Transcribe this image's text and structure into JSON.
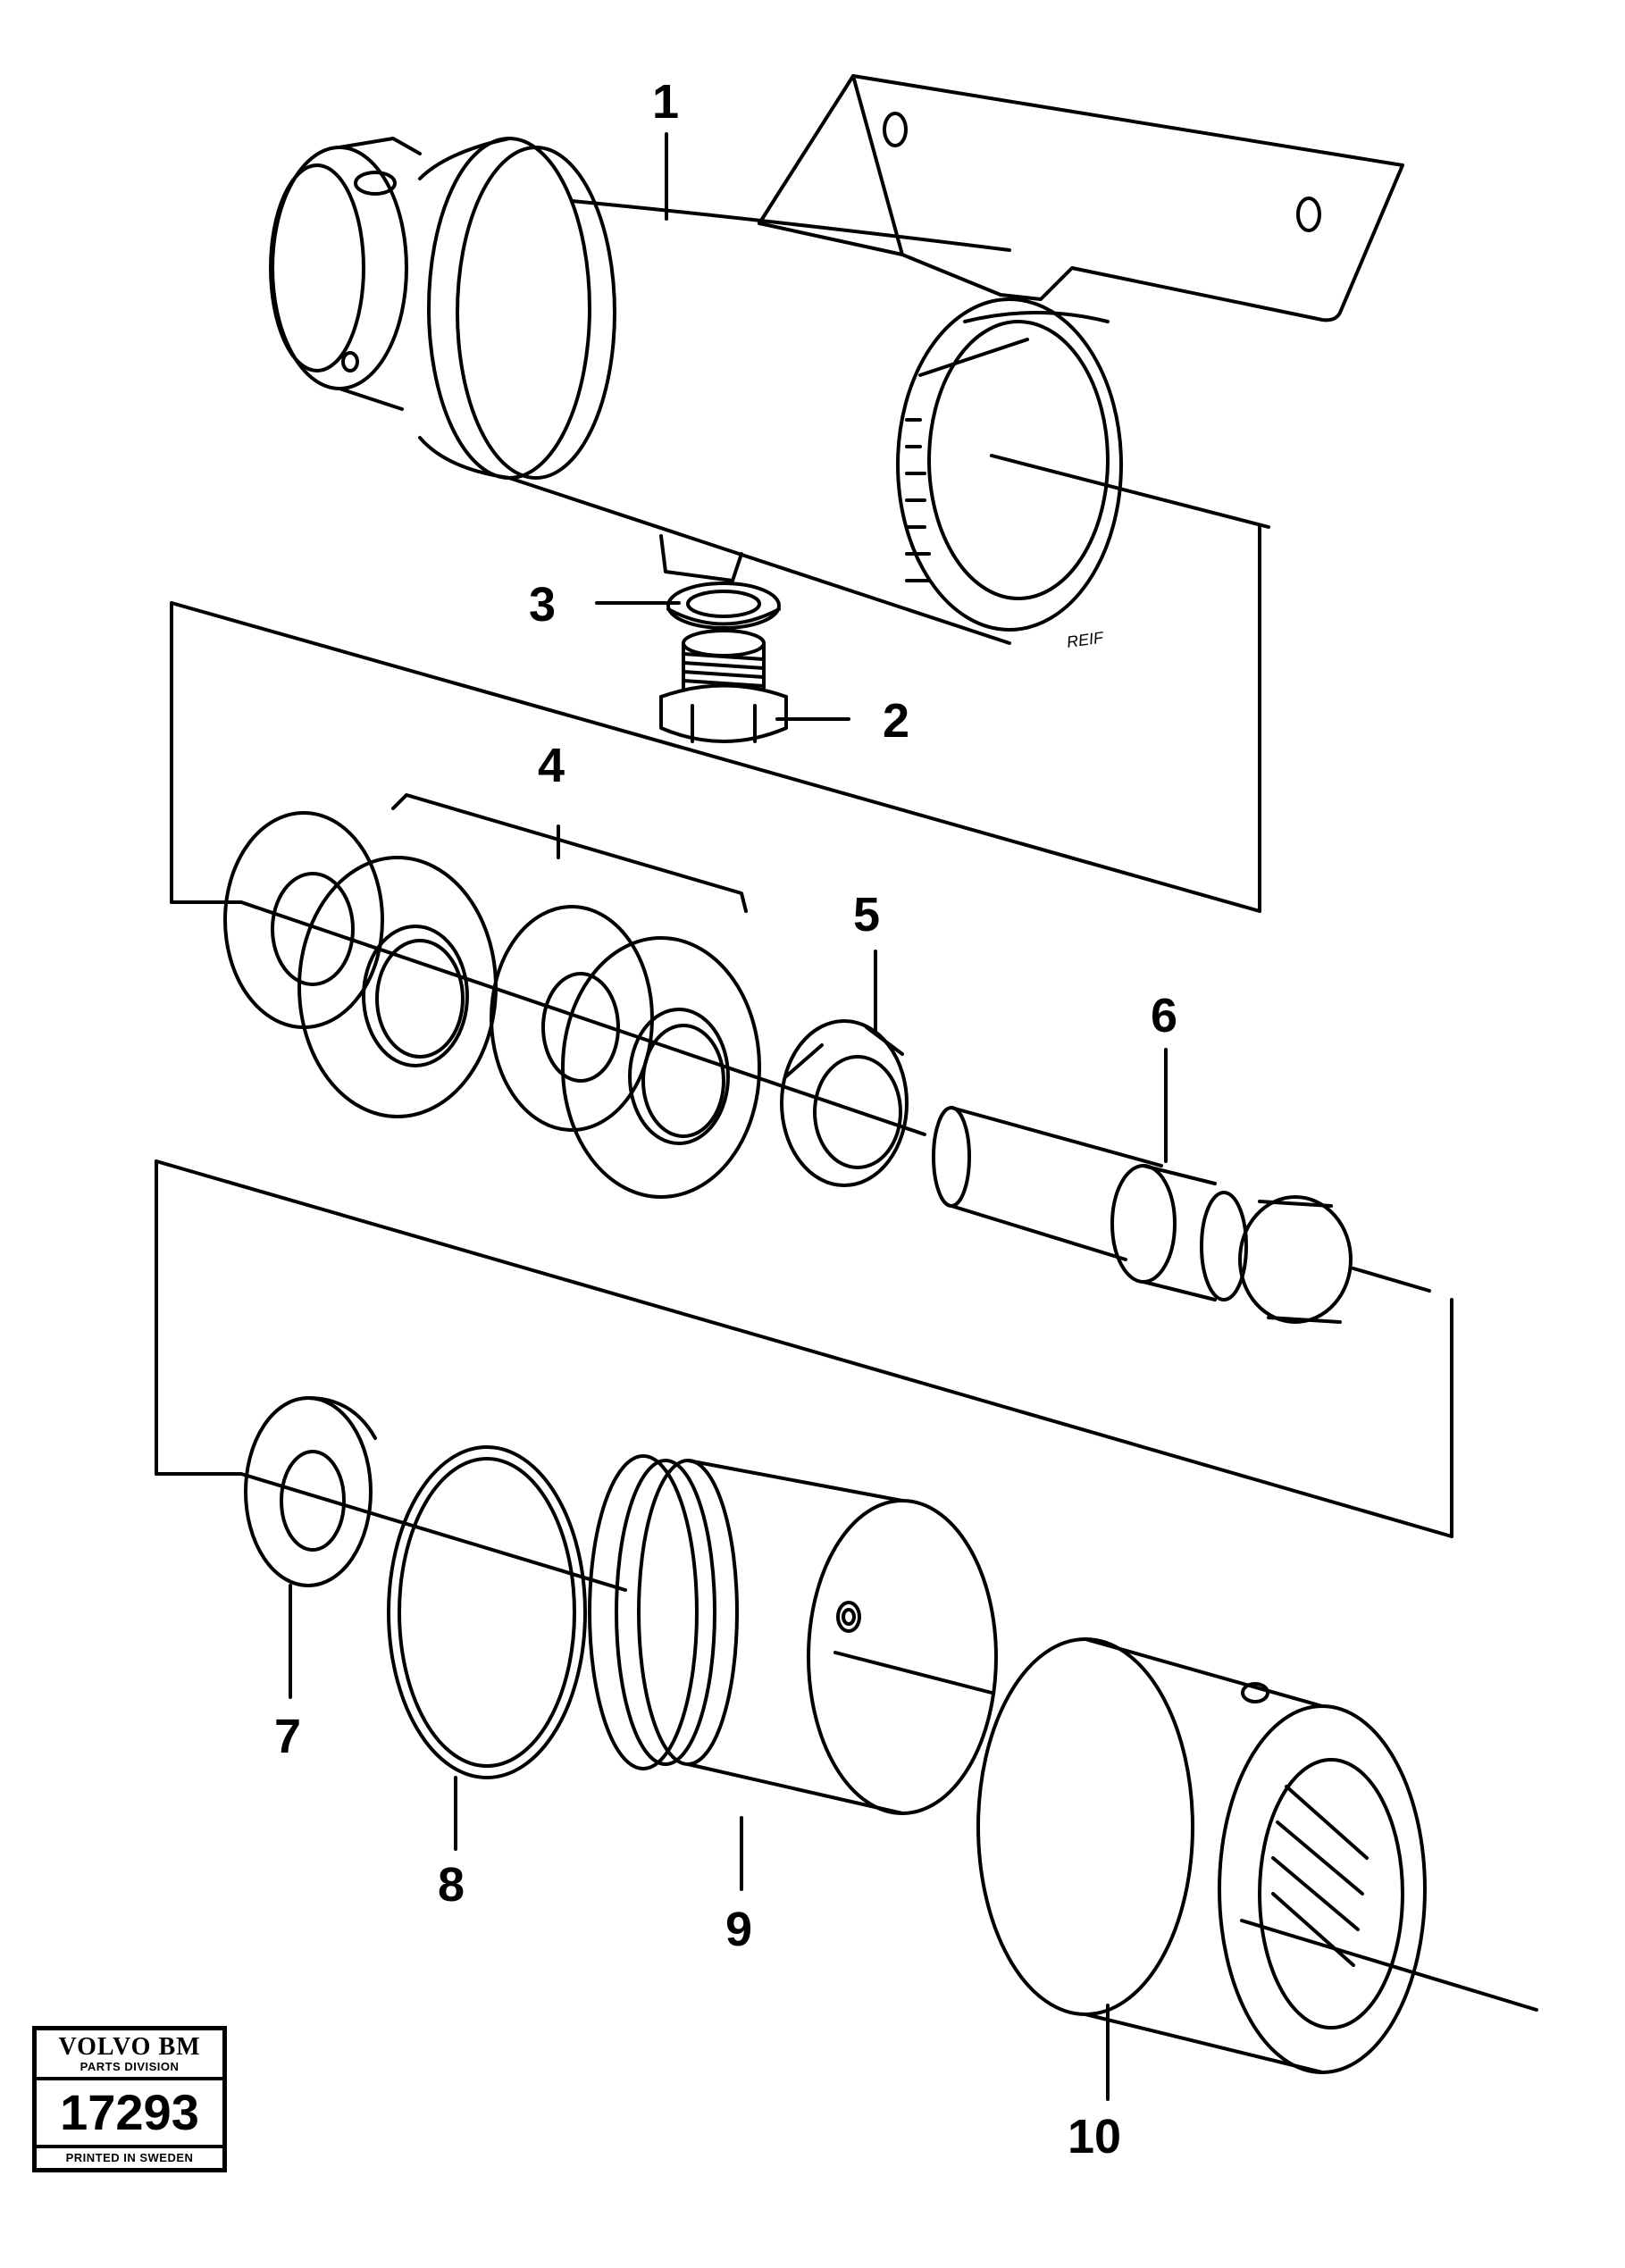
{
  "callouts": {
    "c1": "1",
    "c2": "2",
    "c3": "3",
    "c4": "4",
    "c5": "5",
    "c6": "6",
    "c7": "7",
    "c8": "8",
    "c9": "9",
    "c10": "10"
  },
  "signature_text": "REIF",
  "stamp": {
    "brand": "VOLVO BM",
    "division": "PARTS DIVISION",
    "number": "17293",
    "printed": "PRINTED IN SWEDEN"
  }
}
